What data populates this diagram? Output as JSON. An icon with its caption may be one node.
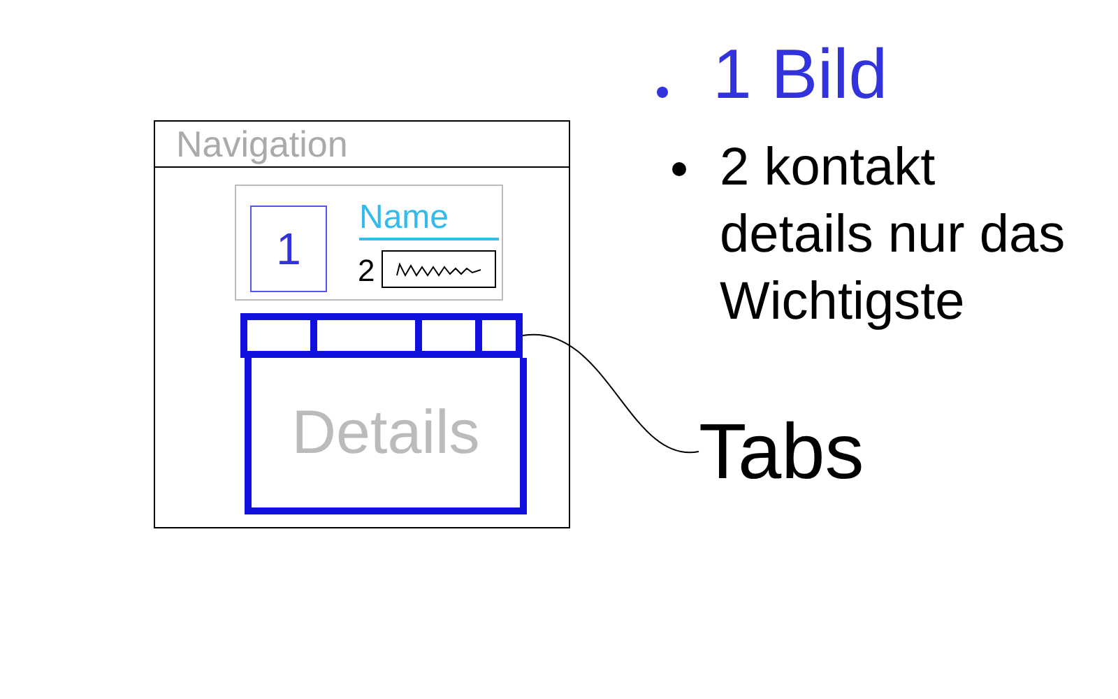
{
  "diagram": {
    "nodes": [
      {
        "text": [],
        "shape": "box"
      },
      {
        "text": [
          "Navigation"
        ],
        "in": 0
      },
      {
        "text": [],
        "shape": "box",
        "in": 0
      },
      {
        "text": [
          "1"
        ],
        "in": 2
      },
      {
        "text": [],
        "shape": "box",
        "in": 2,
        "beside": [
          "2"
        ]
      },
      {
        "text": [],
        "shape": "box",
        "in": 0
      },
      {
        "text": [],
        "shape": "box",
        "in": 0
      },
      {
        "text": [],
        "shape": "box",
        "in": 0
      },
      {
        "text": [],
        "shape": "box",
        "in": 0
      },
      {
        "text": [
          "Details"
        ],
        "in": 0
      },
      {
        "text": [
          "Tabs"
        ]
      }
    ],
    "edges": [
      {
        "from": 10,
        "to": 8,
        "arrow": "none"
      }
    ],
    "labels": [
      "Name",
      "1 Bild",
      "2 kontakt details nur das Wichtigste"
    ]
  }
}
